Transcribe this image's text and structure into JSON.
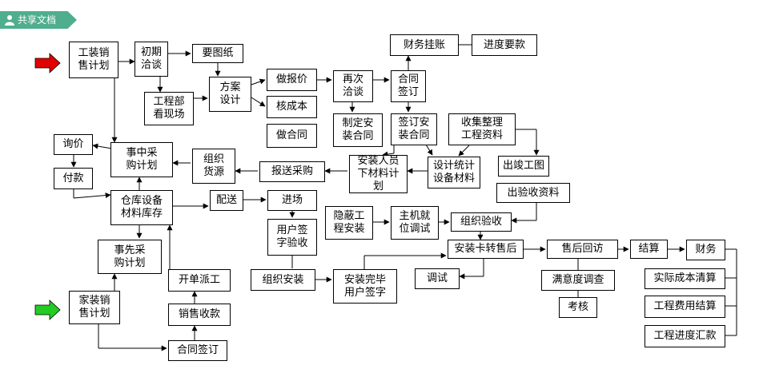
{
  "tab": {
    "label": "共享文档"
  },
  "colors": {
    "tab_bg": "#4fae8e",
    "arrow_red": "#e00000",
    "arrow_green": "#22cc22"
  },
  "nodes": {
    "gongzhuang": "工装销\n售计划",
    "chuqi": "初期\n洽谈",
    "yaotuzhi": "要图纸",
    "gongchengbu": "工程部\n看现场",
    "fangan": "方案\n设计",
    "zuobaojia": "做报价",
    "hechengben": "核成本",
    "zuohetong": "做合同",
    "zaici": "再次\n洽谈",
    "hetong_qd": "合同\n签订",
    "caiwu_gz": "财务挂账",
    "jindu_yk": "进度要款",
    "zhiding_az": "制定安\n装合同",
    "qianding_az": "签订安\n装合同",
    "shouji": "收集整理\n工程资料",
    "xunjia": "询价",
    "shizhong": "事中采\n购计划",
    "zuzhi_hy": "组织\n货源",
    "baosong": "报送采购",
    "anzhuang_ry": "安装人员\n下材料计\n划",
    "sheji_tj": "设计统计\n设备材料",
    "chujun_gt": "出竣工图",
    "fukuan": "付款",
    "cangku": "仓库设备\n材料库存",
    "peisong": "配送",
    "jinchang": "进场",
    "chuyanshou": "出验收资料",
    "yonghu_qzys": "用户签\n字验收",
    "yinbi": "隐蔽工\n程安装",
    "zhuji": "主机就\n位调试",
    "zuzhi_ys": "组织验收",
    "shixian": "事先采\n购计划",
    "anzhuang_zsh": "安装卡转售后",
    "shouhou": "售后回访",
    "jiesuan": "结算",
    "caiwu": "财务",
    "zuzhi_az": "组织安装",
    "anzhuang_wb": "安装完毕\n用户签字",
    "tiaoshi": "调试",
    "manyidu": "满意度调查",
    "shiji_cb": "实际成本清算",
    "kaodan": "开单派工",
    "jiazhuang": "家装销\n售计划",
    "kaohe": "考核",
    "gongcheng_fy": "工程费用结算",
    "xiaoshou_sk": "销售收款",
    "gongcheng_jd": "工程进度汇款",
    "hetong_qd2": "合同签订"
  }
}
